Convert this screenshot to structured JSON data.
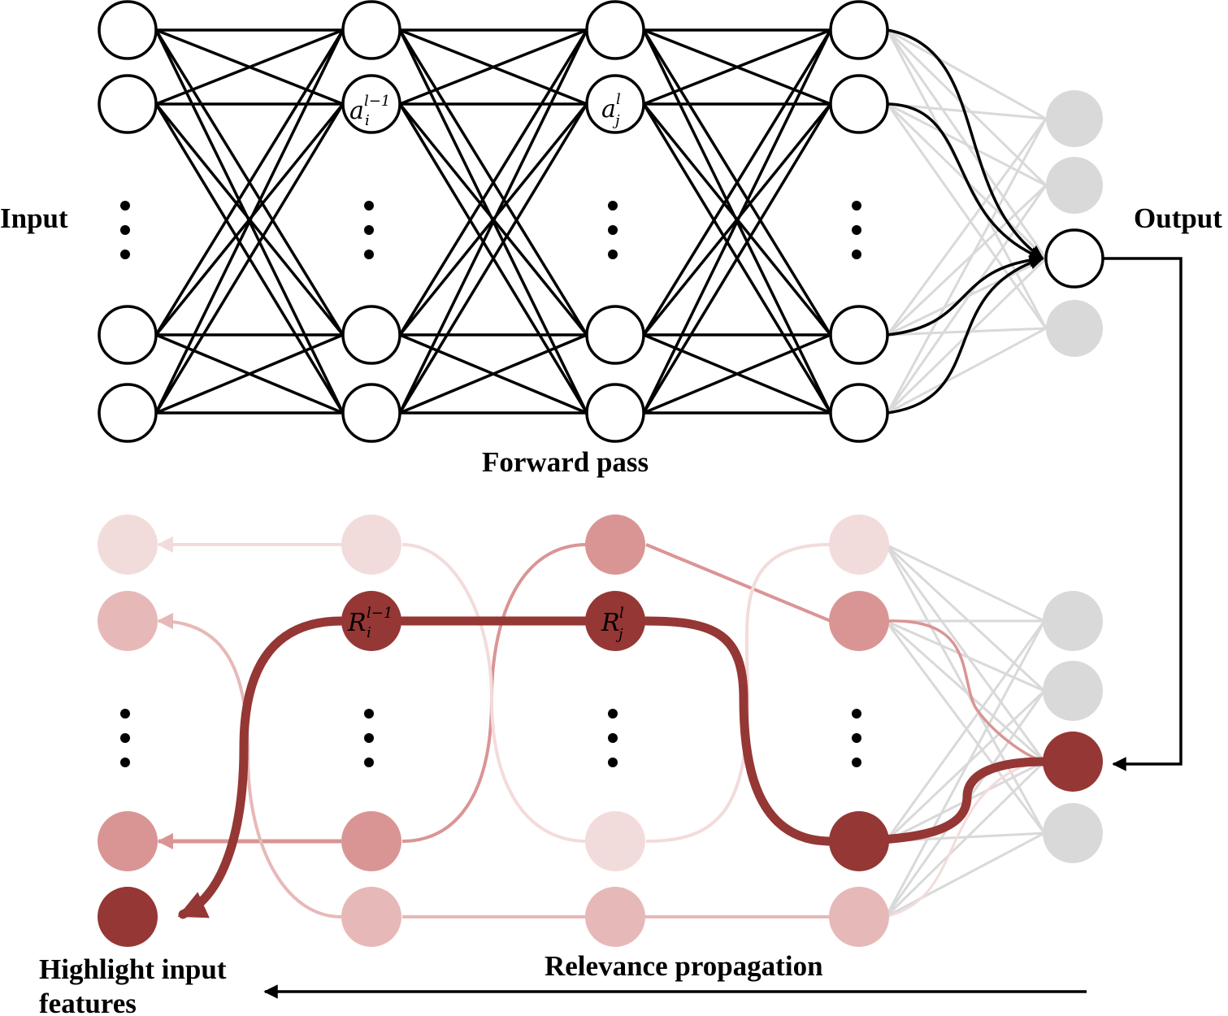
{
  "labels": {
    "input": "Input",
    "output": "Output",
    "forward_pass": "Forward pass",
    "relevance_propagation": "Relevance propagation",
    "highlight_line1": "Highlight input",
    "highlight_line2": "features"
  },
  "math": {
    "activation_prev": {
      "base": "a",
      "sub": "i",
      "sup": "l−1"
    },
    "activation_cur": {
      "base": "a",
      "sub": "j",
      "sup": "l"
    },
    "relevance_prev": {
      "base": "R",
      "sub": "i",
      "sup": "l−1"
    },
    "relevance_cur": {
      "base": "R",
      "sub": "j",
      "sup": "l"
    }
  },
  "ellipsis": "⋮",
  "colors": {
    "black": "#000000",
    "gray_node": "#d9d9d9",
    "gray_edge": "#d9d9d9",
    "red_darkest": "#953735",
    "red_medium": "#d99594",
    "red_light": "#e6b9b8",
    "red_pale": "#f2dcdb",
    "edge_medium": "#d99594",
    "edge_light": "#e6b9b8",
    "edge_pale": "#f2dcdb"
  }
}
